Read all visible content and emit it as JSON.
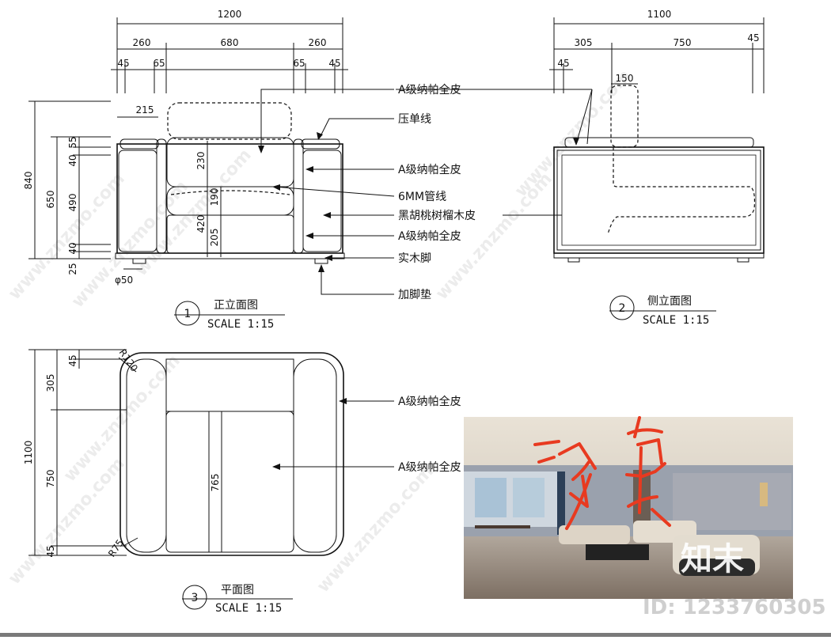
{
  "front_view": {
    "number": "1",
    "title": "正立面图",
    "scale": "SCALE 1:15",
    "dims": {
      "total_width": "1200",
      "arm_left": "260",
      "middle": "680",
      "arm_right": "260",
      "d45a": "45",
      "d65a": "65",
      "d65b": "65",
      "d45b": "45",
      "d215": "215",
      "total_height": "840",
      "seat_height": "650",
      "d55": "55",
      "d40a": "40",
      "d490": "490",
      "d40b": "40",
      "d25": "25",
      "d230": "230",
      "d190": "190",
      "d420": "420",
      "d205": "205",
      "leg_dia": "φ50"
    }
  },
  "side_view": {
    "number": "2",
    "title": "侧立面图",
    "scale": "SCALE 1:15",
    "dims": {
      "total_depth": "1100",
      "d305": "305",
      "d750": "750",
      "d45a": "45",
      "d45b": "45",
      "d150": "150"
    }
  },
  "plan_view": {
    "number": "3",
    "title": "平面图",
    "scale": "SCALE 1:15",
    "dims": {
      "radius_top": "R120",
      "d45": "45",
      "d305": "305",
      "total_depth": "1100",
      "d750": "750",
      "d45b": "45",
      "d765": "765",
      "radius_bottom": "R75"
    }
  },
  "labels": {
    "nappa_1": "A级纳帕全皮",
    "piping": "压单线",
    "nappa_2": "A级纳帕全皮",
    "pipe_6mm": "6MM管线",
    "walnut": "黑胡桃树榴木皮",
    "nappa_3": "A级纳帕全皮",
    "wood_leg": "实木脚",
    "foot_pad": "加脚垫",
    "nappa_plan_1": "A级纳帕全皮",
    "nappa_plan_2": "A级纳帕全皮"
  },
  "photo": {
    "handwriting": "沙发"
  },
  "watermark": {
    "text": "www.znzmo.com",
    "logo": "知末",
    "id": "ID: 1233760305"
  },
  "colors": {
    "line": "#111111",
    "annotation": "#e83a20",
    "photo_wall": "#9aa1ad",
    "photo_floor": "#8c7e73"
  }
}
